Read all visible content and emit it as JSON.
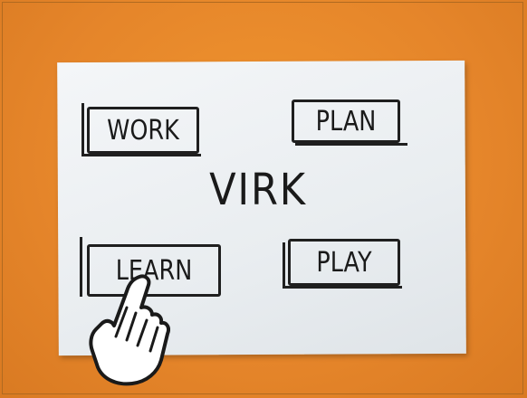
{
  "scene": {
    "background_color": "#e98a2a",
    "paper_color": "#eef1f3",
    "ink_color": "#1a1a1a"
  },
  "sketch": {
    "title": "VIRK",
    "buttons": [
      {
        "id": "work",
        "label": "WORK"
      },
      {
        "id": "plan",
        "label": "PLAN"
      },
      {
        "id": "learn",
        "label": "LEARN"
      },
      {
        "id": "play",
        "label": "PLAY"
      }
    ]
  },
  "icons": {
    "hand": "pointing-hand-icon"
  }
}
